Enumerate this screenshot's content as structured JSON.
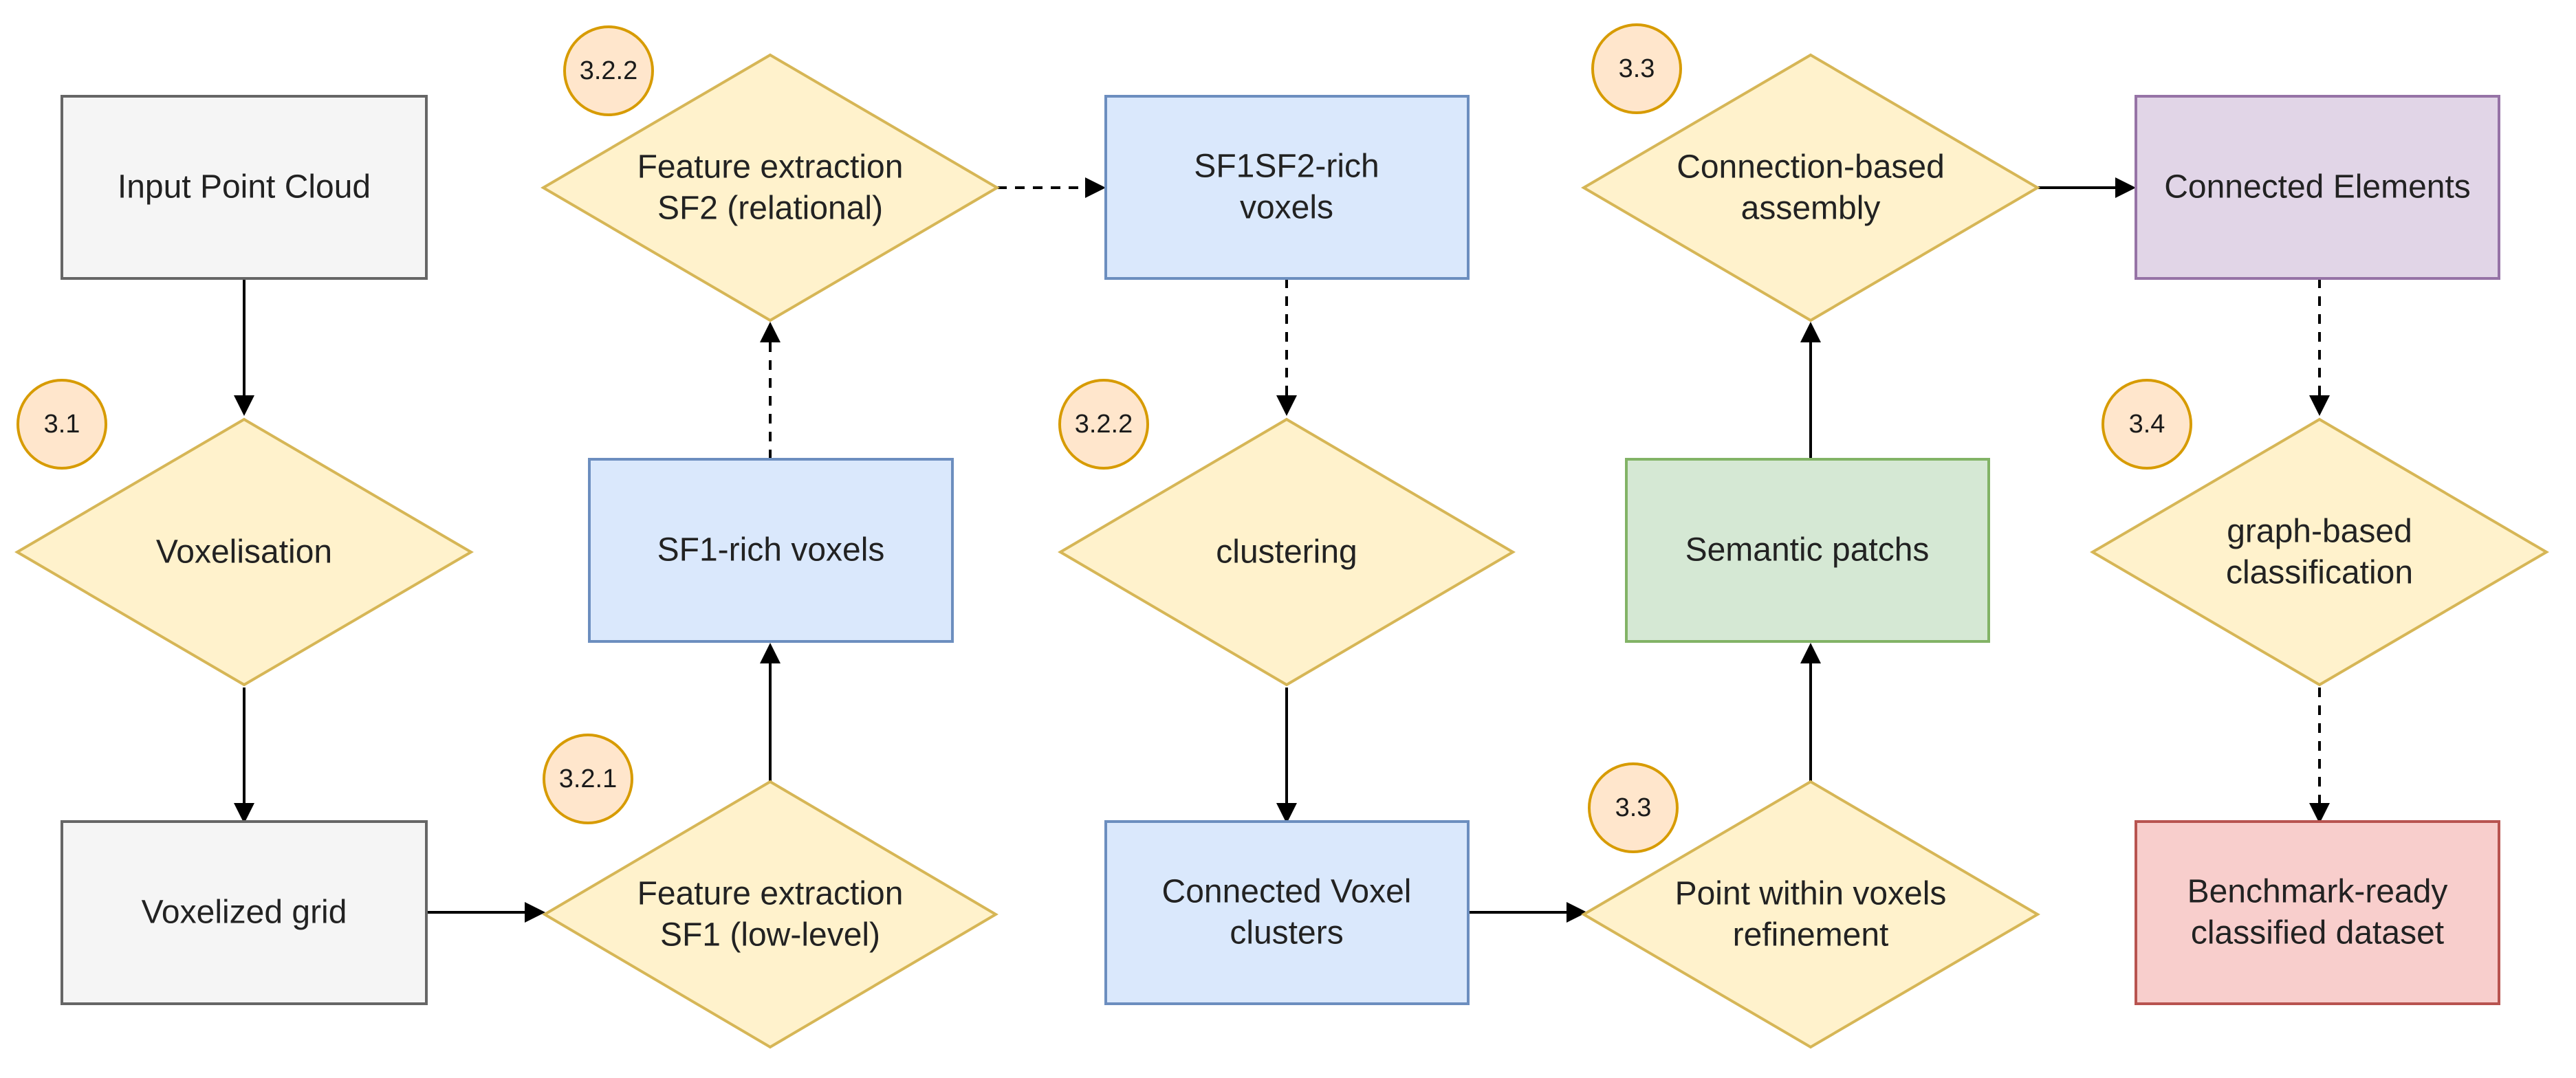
{
  "nodes": {
    "input_point_cloud": {
      "lines": [
        "Input Point Cloud"
      ]
    },
    "voxelisation": {
      "lines": [
        "Voxelisation"
      ]
    },
    "voxelized_grid": {
      "lines": [
        "Voxelized grid"
      ]
    },
    "feature_sf1": {
      "lines": [
        "Feature extraction",
        "SF1 (low-level)"
      ]
    },
    "sf1_rich": {
      "lines": [
        "SF1-rich voxels"
      ]
    },
    "feature_sf2": {
      "lines": [
        "Feature extraction",
        "SF2 (relational)"
      ]
    },
    "sf1sf2_rich": {
      "lines": [
        "SF1SF2-rich",
        "voxels"
      ]
    },
    "clustering": {
      "lines": [
        "clustering"
      ]
    },
    "connected_voxel_clusters": {
      "lines": [
        "Connected Voxel",
        "clusters"
      ]
    },
    "point_refinement": {
      "lines": [
        "Point within voxels",
        "refinement"
      ]
    },
    "semantic_patches": {
      "lines": [
        "Semantic patchs"
      ]
    },
    "connection_assembly": {
      "lines": [
        "Connection-based",
        "assembly"
      ]
    },
    "connected_elements": {
      "lines": [
        "Connected Elements"
      ]
    },
    "graph_classification": {
      "lines": [
        "graph-based",
        "classification"
      ]
    },
    "benchmark_dataset": {
      "lines": [
        "Benchmark-ready",
        "classified dataset"
      ]
    }
  },
  "badges": {
    "voxelisation": "3.1",
    "feature_sf1": "3.2.1",
    "feature_sf2": "3.2.2",
    "clustering": "3.2.2",
    "connection_assembly": "3.3",
    "point_refinement": "3.3",
    "graph_classification": "3.4"
  },
  "colors": {
    "gray_fill": "#f5f5f5",
    "gray_stroke": "#666666",
    "yellow_fill": "#fff2cc",
    "yellow_stroke": "#d6b656",
    "blue_fill": "#dae8fc",
    "blue_stroke": "#6c8ebf",
    "green_fill": "#d5e8d4",
    "green_stroke": "#82b366",
    "purple_fill": "#e1d5e7",
    "purple_stroke": "#9673a6",
    "red_fill": "#f8cecc",
    "red_stroke": "#b85450",
    "badge_fill": "#ffe6cc",
    "badge_stroke": "#d79b00",
    "edge": "#000000"
  }
}
